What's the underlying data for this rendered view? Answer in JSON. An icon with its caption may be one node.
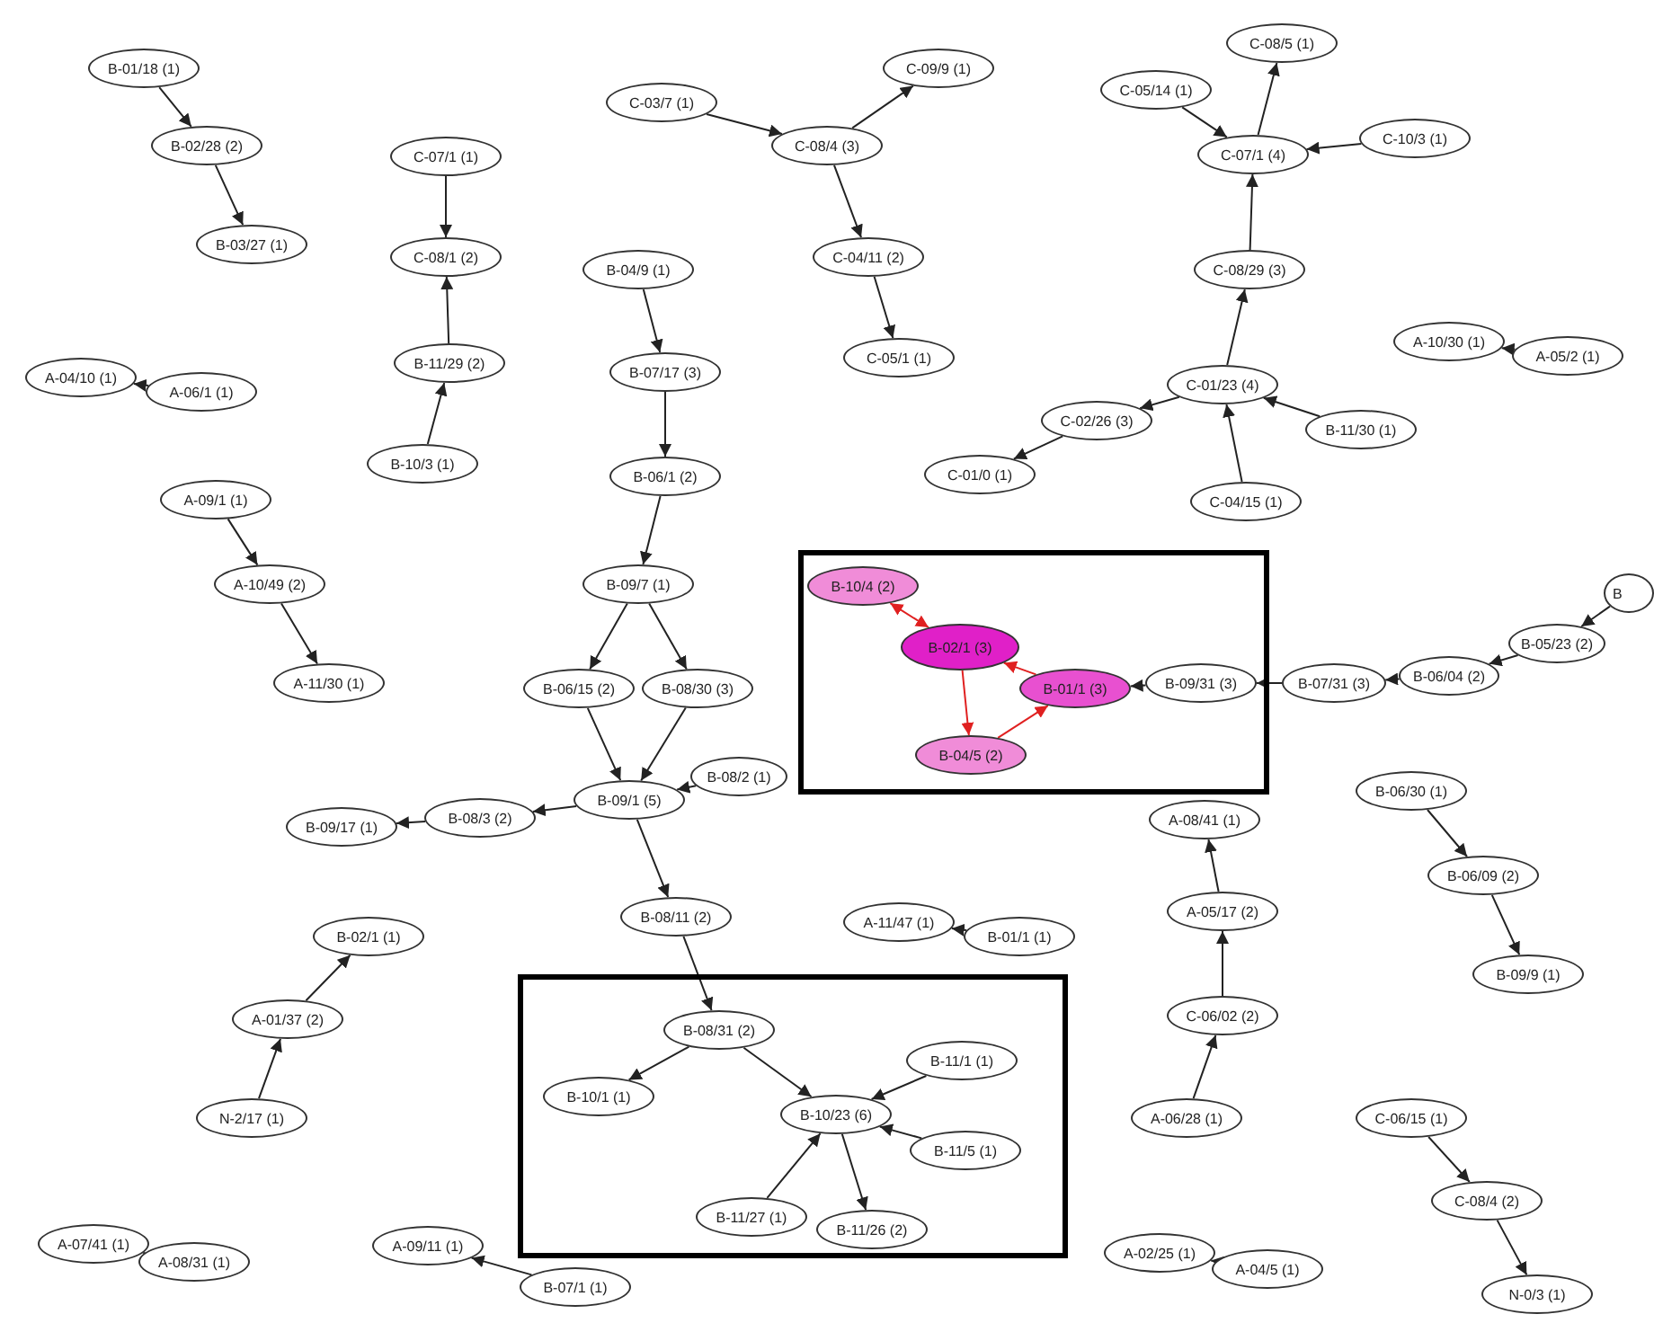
{
  "diagram": {
    "nodes": [
      {
        "text": [
          "B-01/18 (1)"
        ]
      },
      {
        "text": [
          "B-02/28 (2)"
        ]
      },
      {
        "text": [
          "B-03/27 (1)"
        ]
      },
      {
        "text": [
          "C-07/1 (1)"
        ]
      },
      {
        "text": [
          "C-08/1 (2)"
        ]
      },
      {
        "text": [
          "B-11/29 (2)"
        ]
      },
      {
        "text": [
          "B-10/3 (1)"
        ]
      },
      {
        "text": [
          "A-04/10 (1)"
        ]
      },
      {
        "text": [
          "A-06/1 (1)"
        ]
      },
      {
        "text": [
          "A-09/1 (1)"
        ]
      },
      {
        "text": [
          "A-10/49 (2)"
        ]
      },
      {
        "text": [
          "A-11/30 (1)"
        ]
      },
      {
        "text": [
          "C-03/7 (1)"
        ]
      },
      {
        "text": [
          "C-08/4 (3)"
        ]
      },
      {
        "text": [
          "C-09/9 (1)"
        ]
      },
      {
        "text": [
          "C-04/11 (2)"
        ]
      },
      {
        "text": [
          "C-05/1 (1)"
        ]
      },
      {
        "text": [
          "B-04/9 (1)"
        ]
      },
      {
        "text": [
          "B-07/17 (3)"
        ]
      },
      {
        "text": [
          "B-06/1 (2)"
        ]
      },
      {
        "text": [
          "B-09/7 (1)"
        ]
      },
      {
        "text": [
          "B-06/15 (2)"
        ]
      },
      {
        "text": [
          "B-08/30 (3)"
        ]
      },
      {
        "text": [
          "B-09/1 (5)"
        ]
      },
      {
        "text": [
          "B-08/2 (1)"
        ]
      },
      {
        "text": [
          "B-08/3 (2)"
        ]
      },
      {
        "text": [
          "B-09/17 (1)"
        ]
      },
      {
        "text": [
          "B-08/11 (2)"
        ]
      },
      {
        "text": [
          "C-08/5 (1)"
        ]
      },
      {
        "text": [
          "C-05/14 (1)"
        ]
      },
      {
        "text": [
          "C-07/1 (4)"
        ]
      },
      {
        "text": [
          "C-10/3 (1)"
        ]
      },
      {
        "text": [
          "C-08/29 (3)"
        ]
      },
      {
        "text": [
          "C-01/23 (4)"
        ]
      },
      {
        "text": [
          "C-02/26 (3)"
        ]
      },
      {
        "text": [
          "C-01/0 (1)"
        ]
      },
      {
        "text": [
          "B-11/30 (1)"
        ]
      },
      {
        "text": [
          "C-04/15 (1)"
        ]
      },
      {
        "text": [
          "A-10/30 (1)"
        ]
      },
      {
        "text": [
          "A-05/2 (1)"
        ]
      },
      {
        "text": [],
        "shape": "box"
      },
      {
        "text": [
          "B-10/4 (2)"
        ],
        "in": 40
      },
      {
        "text": [
          "B-02/1 (3)"
        ],
        "in": 40
      },
      {
        "text": [
          "B-01/1 (3)"
        ],
        "in": 40
      },
      {
        "text": [
          "B-04/5 (2)"
        ],
        "in": 40
      },
      {
        "text": [
          "B-09/31 (3)"
        ],
        "in": 40
      },
      {
        "text": [
          "B-07/31 (3)"
        ]
      },
      {
        "text": [
          "B-06/04 (2)"
        ]
      },
      {
        "text": [
          "B-05/23 (2)"
        ]
      },
      {
        "text": [
          "B"
        ]
      },
      {
        "text": [
          "A-08/41 (1)"
        ]
      },
      {
        "text": [
          "A-05/17 (2)"
        ]
      },
      {
        "text": [
          "C-06/02 (2)"
        ]
      },
      {
        "text": [
          "A-06/28 (1)"
        ]
      },
      {
        "text": [
          "B-06/30 (1)"
        ]
      },
      {
        "text": [
          "B-06/09 (2)"
        ]
      },
      {
        "text": [
          "B-09/9 (1)"
        ]
      },
      {
        "text": [
          "C-06/15 (1)"
        ]
      },
      {
        "text": [
          "C-08/4 (2)"
        ]
      },
      {
        "text": [
          "N-0/3 (1)"
        ]
      },
      {
        "text": [
          "A-02/25 (1)"
        ]
      },
      {
        "text": [
          "A-04/5 (1)"
        ]
      },
      {
        "text": [
          "A-11/47 (1)"
        ]
      },
      {
        "text": [
          "B-01/1 (1)"
        ]
      },
      {
        "text": [
          "B-02/1 (1)"
        ]
      },
      {
        "text": [
          "A-01/37 (2)"
        ]
      },
      {
        "text": [
          "N-2/17 (1)"
        ]
      },
      {
        "text": [
          "A-07/41 (1)"
        ]
      },
      {
        "text": [
          "A-08/31 (1)"
        ]
      },
      {
        "text": [
          "A-09/11 (1)"
        ]
      },
      {
        "text": [
          "B-07/1 (1)"
        ]
      },
      {
        "text": [],
        "shape": "box"
      },
      {
        "text": [
          "B-08/31 (2)"
        ],
        "in": 71
      },
      {
        "text": [
          "B-10/1 (1)"
        ],
        "in": 71
      },
      {
        "text": [
          "B-10/23 (6)"
        ],
        "in": 71
      },
      {
        "text": [
          "B-11/1 (1)"
        ],
        "in": 71
      },
      {
        "text": [
          "B-11/5 (1)"
        ],
        "in": 71
      },
      {
        "text": [
          "B-11/27 (1)"
        ],
        "in": 71
      },
      {
        "text": [
          "B-11/26 (2)"
        ],
        "in": 71
      }
    ],
    "edges": [
      {
        "from": 0,
        "to": 1,
        "arrow": "to"
      },
      {
        "from": 1,
        "to": 2,
        "arrow": "to"
      },
      {
        "from": 3,
        "to": 4,
        "arrow": "to"
      },
      {
        "from": 5,
        "to": 4,
        "arrow": "to"
      },
      {
        "from": 6,
        "to": 5,
        "arrow": "to"
      },
      {
        "from": 8,
        "to": 7,
        "arrow": "to"
      },
      {
        "from": 9,
        "to": 10,
        "arrow": "to"
      },
      {
        "from": 10,
        "to": 11,
        "arrow": "to"
      },
      {
        "from": 12,
        "to": 13,
        "arrow": "to"
      },
      {
        "from": 13,
        "to": 14,
        "arrow": "to"
      },
      {
        "from": 13,
        "to": 15,
        "arrow": "to"
      },
      {
        "from": 15,
        "to": 16,
        "arrow": "to"
      },
      {
        "from": 17,
        "to": 18,
        "arrow": "to"
      },
      {
        "from": 18,
        "to": 19,
        "arrow": "to"
      },
      {
        "from": 19,
        "to": 20,
        "arrow": "to"
      },
      {
        "from": 20,
        "to": 21,
        "arrow": "to"
      },
      {
        "from": 20,
        "to": 22,
        "arrow": "to"
      },
      {
        "from": 21,
        "to": 23,
        "arrow": "to"
      },
      {
        "from": 22,
        "to": 23,
        "arrow": "to"
      },
      {
        "from": 24,
        "to": 23,
        "arrow": "to"
      },
      {
        "from": 23,
        "to": 25,
        "arrow": "to"
      },
      {
        "from": 25,
        "to": 26,
        "arrow": "to"
      },
      {
        "from": 23,
        "to": 27,
        "arrow": "to"
      },
      {
        "from": 27,
        "to": 72,
        "arrow": "to"
      },
      {
        "from": 72,
        "to": 73,
        "arrow": "to"
      },
      {
        "from": 72,
        "to": 74,
        "arrow": "to"
      },
      {
        "from": 75,
        "to": 74,
        "arrow": "to"
      },
      {
        "from": 76,
        "to": 74,
        "arrow": "to"
      },
      {
        "from": 77,
        "to": 74,
        "arrow": "to"
      },
      {
        "from": 74,
        "to": 78,
        "arrow": "to"
      },
      {
        "from": 29,
        "to": 30,
        "arrow": "to"
      },
      {
        "from": 30,
        "to": 28,
        "arrow": "to"
      },
      {
        "from": 31,
        "to": 30,
        "arrow": "to"
      },
      {
        "from": 32,
        "to": 30,
        "arrow": "to"
      },
      {
        "from": 33,
        "to": 32,
        "arrow": "to"
      },
      {
        "from": 33,
        "to": 34,
        "arrow": "to"
      },
      {
        "from": 36,
        "to": 33,
        "arrow": "to"
      },
      {
        "from": 37,
        "to": 33,
        "arrow": "to"
      },
      {
        "from": 34,
        "to": 35,
        "arrow": "to"
      },
      {
        "from": 39,
        "to": 38,
        "arrow": "to"
      },
      {
        "from": 41,
        "to": 42,
        "arrow": "both",
        "color": "#e02020"
      },
      {
        "from": 42,
        "to": 44,
        "arrow": "to",
        "color": "#e02020"
      },
      {
        "from": 43,
        "to": 42,
        "arrow": "to",
        "color": "#e02020"
      },
      {
        "from": 44,
        "to": 43,
        "arrow": "to",
        "color": "#e02020"
      },
      {
        "from": 45,
        "to": 43,
        "arrow": "to"
      },
      {
        "from": 46,
        "to": 45,
        "arrow": "to"
      },
      {
        "from": 47,
        "to": 46,
        "arrow": "to"
      },
      {
        "from": 48,
        "to": 47,
        "arrow": "to"
      },
      {
        "from": 49,
        "to": 48,
        "arrow": "to"
      },
      {
        "from": 51,
        "to": 50,
        "arrow": "to"
      },
      {
        "from": 52,
        "to": 51,
        "arrow": "to"
      },
      {
        "from": 53,
        "to": 52,
        "arrow": "to"
      },
      {
        "from": 54,
        "to": 55,
        "arrow": "to"
      },
      {
        "from": 55,
        "to": 56,
        "arrow": "to"
      },
      {
        "from": 57,
        "to": 58,
        "arrow": "to"
      },
      {
        "from": 58,
        "to": 59,
        "arrow": "to"
      },
      {
        "from": 61,
        "to": 60,
        "arrow": "to"
      },
      {
        "from": 63,
        "to": 62,
        "arrow": "to"
      },
      {
        "from": 65,
        "to": 64,
        "arrow": "to"
      },
      {
        "from": 66,
        "to": 65,
        "arrow": "to"
      },
      {
        "from": 68,
        "to": 67,
        "arrow": "to"
      },
      {
        "from": 70,
        "to": 69,
        "arrow": "to"
      }
    ]
  }
}
